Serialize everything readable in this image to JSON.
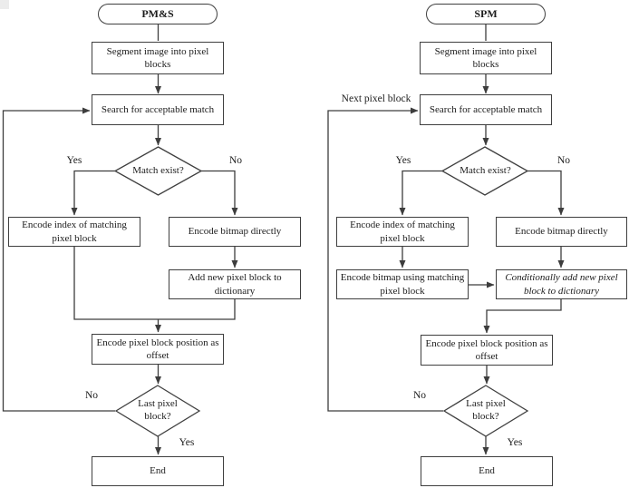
{
  "colors": {
    "line": "#3d3d3d",
    "border": "#3f3f3f",
    "text": "#1c1c1c",
    "background": "#ffffff",
    "artifact": "#ececec"
  },
  "left": {
    "title": "PM&S",
    "segment": "Segment image into pixel\nblocks",
    "search": "Search for acceptable match",
    "match_q": "Match exist?",
    "encode_index": "Encode index of matching\npixel block",
    "encode_bitmap": "Encode bitmap directly",
    "add_new": "Add new pixel block to\ndictionary",
    "offset": "Encode pixel block position as\noffset",
    "last_q": "Last pixel\nblock?",
    "end": "End",
    "yes1": "Yes",
    "no1": "No",
    "no2": "No",
    "yes2": "Yes"
  },
  "right": {
    "title": "SPM",
    "loop_label": "Next pixel block",
    "segment": "Segment image into pixel\nblocks",
    "search": "Search for acceptable match",
    "match_q": "Match exist?",
    "encode_index": "Encode index of matching\npixel block",
    "encode_bitmap": "Encode bitmap directly",
    "encode_bitmap_matching": "Encode bitmap using matching\npixel block",
    "cond_add": "Conditionally add new pixel\nblock to dictionary",
    "offset": "Encode pixel block position as\noffset",
    "last_q": "Last pixel\nblock?",
    "end": "End",
    "yes1": "Yes",
    "no1": "No",
    "no2": "No",
    "yes2": "Yes"
  }
}
